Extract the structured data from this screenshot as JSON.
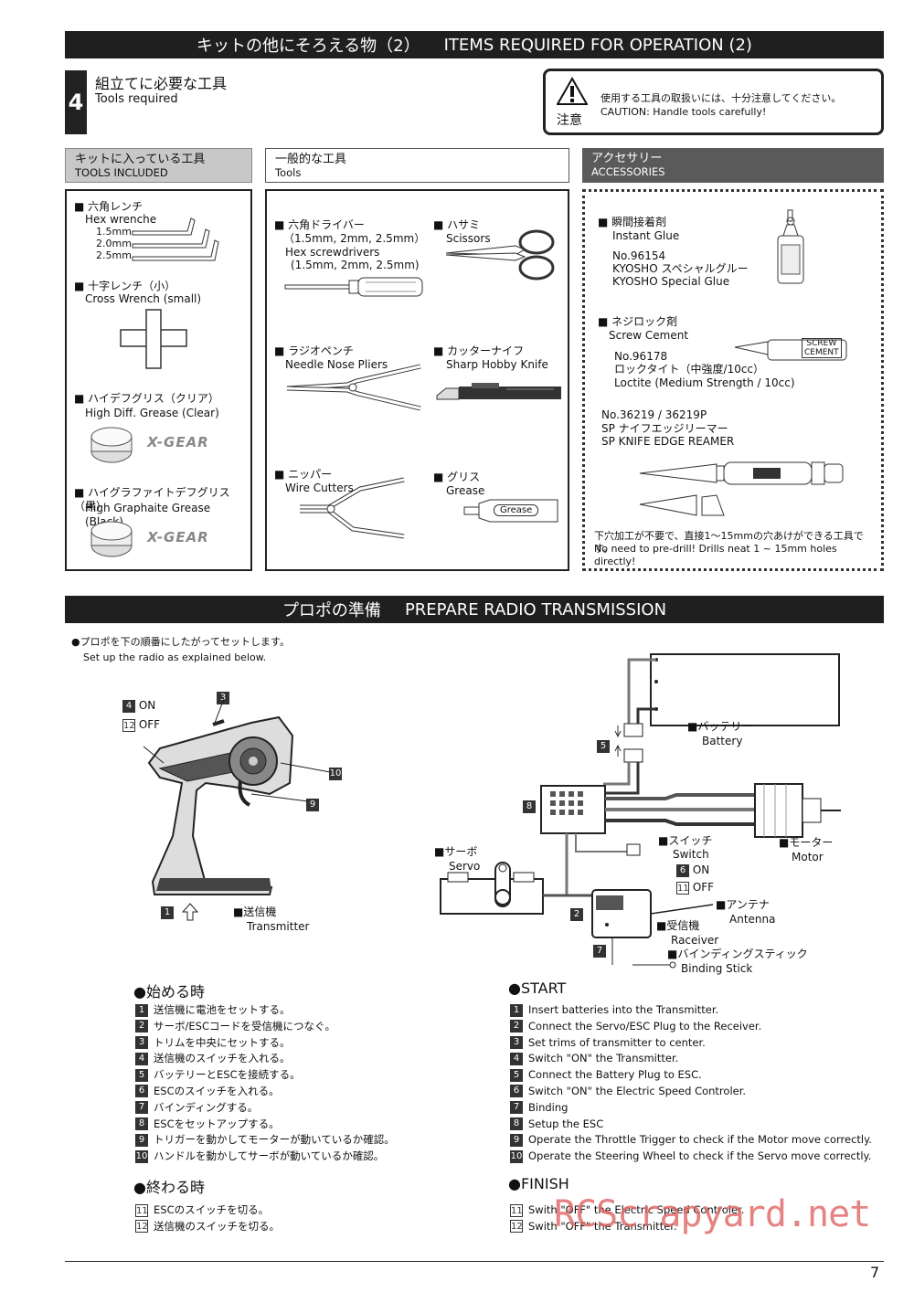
{
  "header": {
    "jp": "キットの他にそろえる物（2）",
    "en": "ITEMS REQUIRED FOR OPERATION (2)"
  },
  "step": {
    "number": "4",
    "jp": "組立てに必要な工具",
    "en": "Tools required"
  },
  "caution": {
    "symbol": "!",
    "label": "注意",
    "jp": "使用する工具の取扱いには、十分注意してください。",
    "en": "CAUTION: Handle tools carefully!"
  },
  "included": {
    "jp": "キットに入っている工具",
    "en": "TOOLS INCLUDED",
    "hex": {
      "jp": "■ 六角レンチ",
      "en": "Hex wrenche",
      "sizes": [
        "1.5mm",
        "2.0mm",
        "2.5mm"
      ]
    },
    "cross": {
      "jp": "■ 十字レンチ（小）",
      "en": "Cross Wrench (small)"
    },
    "greaseClear": {
      "jp": "■ ハイデフグリス（クリア）",
      "en": "High Diff. Grease (Clear)",
      "logo": "X-GEAR"
    },
    "greaseBlack": {
      "jp": "■ ハイグラファイトデフグリス（黒）",
      "en": "High Graphaite Grease (Black)",
      "logo": "X-GEAR"
    }
  },
  "general": {
    "jp": "一般的な工具",
    "en": "Tools",
    "driver": {
      "jp": "■ 六角ドライバー",
      "jp2": "（1.5mm, 2mm, 2.5mm）",
      "en": "Hex screwdrivers",
      "en2": "(1.5mm, 2mm, 2.5mm)"
    },
    "scissors": {
      "jp": "■ ハサミ",
      "en": "Scissors"
    },
    "pliers": {
      "jp": "■ ラジオペンチ",
      "en": "Needle Nose Pliers"
    },
    "knife": {
      "jp": "■ カッターナイフ",
      "en": "Sharp Hobby Knife"
    },
    "cutters": {
      "jp": "■ ニッパー",
      "en": "Wire Cutters"
    },
    "grease": {
      "jp": "■ グリス",
      "en": "Grease",
      "tube": "Grease"
    }
  },
  "accessories": {
    "jp": "アクセサリー",
    "en": "ACCESSORIES",
    "glue": {
      "jp": "■ 瞬間接着剤",
      "en": "Instant Glue",
      "no": "No.96154",
      "name_jp": "KYOSHO スペシャルグルー",
      "name_en": "KYOSHO Special Glue"
    },
    "cement": {
      "jp": "■ ネジロック剤",
      "en": "Screw Cement",
      "no": "No.96178",
      "name_jp": "ロックタイト（中強度/10cc）",
      "name_en": "Loctite (Medium Strength / 10cc)",
      "bottle1": "SCREW",
      "bottle2": "CEMENT"
    },
    "reamer": {
      "no": "No.36219 / 36219P",
      "jp": "SP ナイフエッジリーマー",
      "en": "SP KNIFE EDGE REAMER",
      "note_jp": "下穴加工が不要で、直接1～15mmの穴あけができる工具です。",
      "note_en": "No need to pre-drill!  Drills neat 1 ~ 15mm holes directly!"
    }
  },
  "radio": {
    "band_jp": "プロポの準備",
    "band_en": "PREPARE RADIO TRANSMISSION",
    "intro_jp": "●プロポを下の順番にしたがってセットします。",
    "intro_en": "Set up the radio as explained below.",
    "on": "ON",
    "off": "OFF",
    "transmitter_jp": "■送信機",
    "transmitter_en": "Transmitter",
    "battery_jp": "■バッテリー",
    "battery_en": "Battery",
    "servo_jp": "■サーボ",
    "servo_en": "Servo",
    "switch_jp": "■スイッチ",
    "switch_en": "Switch",
    "motor_jp": "■モーター",
    "motor_en": "Motor",
    "antenna_jp": "■アンテナ",
    "antenna_en": "Antenna",
    "receiver_jp": "■受信機",
    "receiver_en": "Raceiver",
    "binding_jp": "■バインディングスティック",
    "binding_en": "Binding Stick"
  },
  "start": {
    "title_jp": "●始める時",
    "title_en": "●START",
    "steps": [
      {
        "n": "1",
        "jp": "送信機に電池をセットする。",
        "en": "Insert batteries into the Transmitter."
      },
      {
        "n": "2",
        "jp": "サーボ/ESCコードを受信機につなぐ。",
        "en": "Connect the Servo/ESC Plug to the Receiver."
      },
      {
        "n": "3",
        "jp": "トリムを中央にセットする。",
        "en": "Set trims of transmitter to center."
      },
      {
        "n": "4",
        "jp": "送信機のスイッチを入れる。",
        "en": "Switch \"ON\" the Transmitter."
      },
      {
        "n": "5",
        "jp": "バッテリーとESCを接続する。",
        "en": "Connect the Battery Plug to ESC."
      },
      {
        "n": "6",
        "jp": "ESCのスイッチを入れる。",
        "en": "Switch \"ON\" the Electric Speed Controler."
      },
      {
        "n": "7",
        "jp": "バインディングする。",
        "en": "Binding"
      },
      {
        "n": "8",
        "jp": "ESCをセットアップする。",
        "en": "Setup the ESC"
      },
      {
        "n": "9",
        "jp": "トリガーを動かしてモーターが動いているか確認。",
        "en": "Operate the Throttle Trigger to check if the Motor move correctly."
      },
      {
        "n": "10",
        "jp": "ハンドルを動かしてサーボが動いているか確認。",
        "en": "Operate the Steering Wheel to check if the Servo move correctly."
      }
    ]
  },
  "finish": {
    "title_jp": "●終わる時",
    "title_en": "●FINISH",
    "steps": [
      {
        "n": "11",
        "jp": "ESCのスイッチを切る。",
        "en": "Swith \"OFF\" the Electric Speed Controler."
      },
      {
        "n": "12",
        "jp": "送信機のスイッチを切る。",
        "en": "Swith \"OFF\" the Transmitter."
      }
    ]
  },
  "watermark": "RCScrapyard.net",
  "page_number": "7"
}
